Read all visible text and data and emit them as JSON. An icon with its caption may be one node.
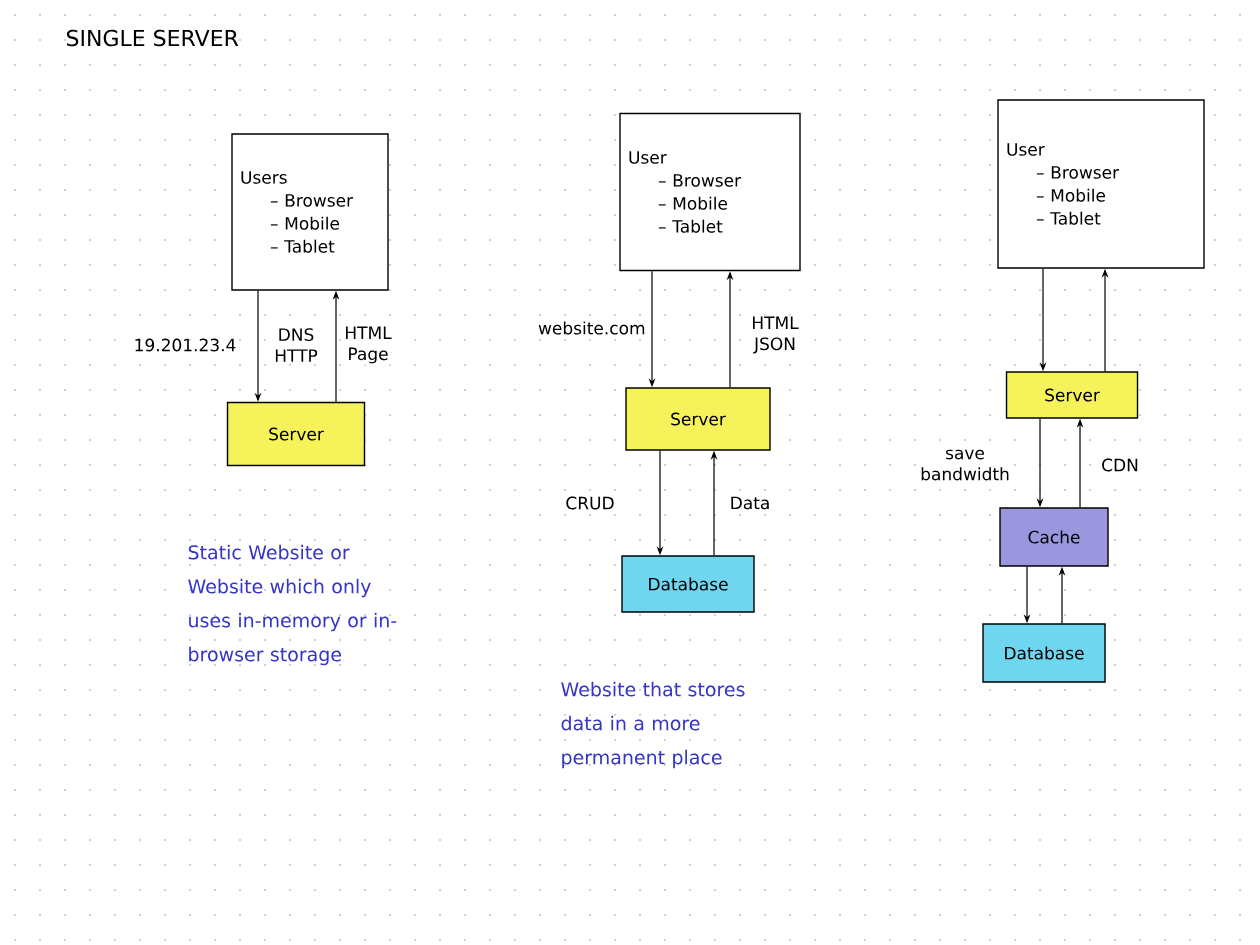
{
  "diagram": {
    "title": "SINGLE SERVER",
    "nodes": [
      {
        "text": [
          "Users",
          "– Browser",
          "– Mobile",
          "– Tablet"
        ]
      },
      {
        "text": [
          "Server"
        ]
      },
      {
        "text": [
          "User",
          "– Browser",
          "– Mobile",
          "– Tablet"
        ]
      },
      {
        "text": [
          "Server"
        ]
      },
      {
        "text": [
          "Database"
        ]
      },
      {
        "text": [
          "User",
          "– Browser",
          "– Mobile",
          "– Tablet"
        ]
      },
      {
        "text": [
          "Server"
        ]
      },
      {
        "text": [
          "Cache"
        ]
      },
      {
        "text": [
          "Database"
        ]
      }
    ],
    "edges": [
      {
        "from": 0,
        "to": 1,
        "arrow": "to",
        "label": "DNS HTTP"
      },
      {
        "from": 1,
        "to": 0,
        "arrow": "to",
        "label": "HTML Page"
      },
      {
        "from": 2,
        "to": 3,
        "arrow": "to",
        "label": "website.com"
      },
      {
        "from": 3,
        "to": 2,
        "arrow": "to",
        "label": "HTML JSON"
      },
      {
        "from": 3,
        "to": 4,
        "arrow": "to",
        "label": "CRUD"
      },
      {
        "from": 4,
        "to": 3,
        "arrow": "to",
        "label": "Data"
      },
      {
        "from": 5,
        "to": 6,
        "arrow": "to"
      },
      {
        "from": 6,
        "to": 5,
        "arrow": "to"
      },
      {
        "from": 6,
        "to": 7,
        "arrow": "to",
        "label": "save bandwidth"
      },
      {
        "from": 7,
        "to": 6,
        "arrow": "to",
        "label": "CDN"
      },
      {
        "from": 7,
        "to": 8,
        "arrow": "to"
      },
      {
        "from": 8,
        "to": 7,
        "arrow": "to"
      }
    ],
    "labels": [
      "19.201.23.4",
      "Static Website or Website which only uses in-memory or in-browser storage",
      "Website that stores data in a more permanent place"
    ]
  }
}
